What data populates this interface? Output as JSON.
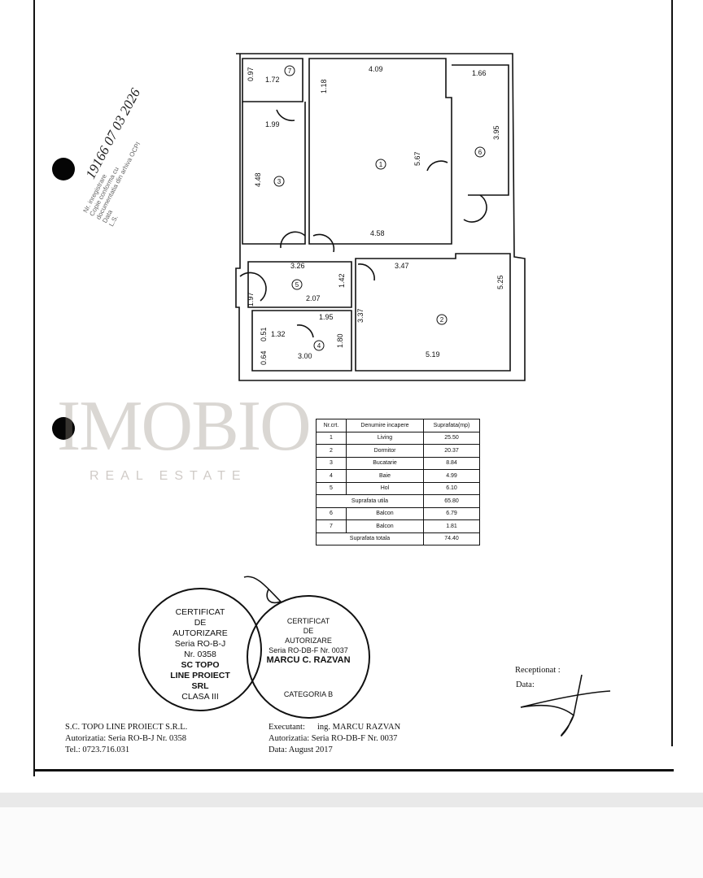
{
  "registration_stamp": {
    "number_date": "19166 07 03 2026",
    "lines": [
      "Nr. inregistrare",
      "Copie conforma cu",
      "documentatia din arhiva OCPI",
      "Data",
      "L.S."
    ]
  },
  "watermark": {
    "brand": "IMOBIO",
    "tagline": "REAL ESTATE"
  },
  "floor_plan": {
    "room_numbers": [
      "1",
      "2",
      "3",
      "4",
      "5",
      "6",
      "7"
    ],
    "dimensions": [
      "4.09",
      "1.66",
      "0.97",
      "1.72",
      "1.18",
      "1.99",
      "5.67",
      "3.95",
      "4.48",
      "4.58",
      "3.26",
      "3.47",
      "1.42",
      "5.25",
      "1.97",
      "2.07",
      "3.37",
      "1.95",
      "0.51",
      "1.32",
      "1.80",
      "0.64",
      "3.00",
      "5.19"
    ]
  },
  "area_table": {
    "headers": [
      "Nr.crt.",
      "Denumire incapere",
      "Suprafata(mp)"
    ],
    "rooms": [
      {
        "nr": "1",
        "name": "Living",
        "area": "25.50"
      },
      {
        "nr": "2",
        "name": "Dormitor",
        "area": "20.37"
      },
      {
        "nr": "3",
        "name": "Bucatarie",
        "area": "8.84"
      },
      {
        "nr": "4",
        "name": "Baie",
        "area": "4.99"
      },
      {
        "nr": "5",
        "name": "Hol",
        "area": "6.10"
      }
    ],
    "useful_label": "Suprafata utila",
    "useful_area": "65.80",
    "balconies": [
      {
        "nr": "6",
        "name": "Balcon",
        "area": "6.79"
      },
      {
        "nr": "7",
        "name": "Balcon",
        "area": "1.81"
      }
    ],
    "total_label": "Suprafata totala",
    "total_area": "74.40"
  },
  "footer": {
    "company": "S.C. TOPO LINE PROIECT S.R.L.",
    "company_auth": "Autorizatia: Seria RO-B-J Nr. 0358",
    "executant_label": "Executant:",
    "executant": "ing. MARCU RAZVAN",
    "executant_auth": "Autorizatia: Seria RO-DB-F Nr. 0037",
    "phone": "Tel.: 0723.716.031",
    "date": "Data: August 2017",
    "received_label": "Receptionat :",
    "received_date_label": "Data:"
  },
  "seal_left": {
    "lines": [
      "CERTIFICAT",
      "DE",
      "AUTORIZARE",
      "Seria RO-B-J",
      "Nr. 0358",
      "SC TOPO",
      "LINE PROIECT",
      "SRL",
      "CLASA III"
    ]
  },
  "seal_right": {
    "lines": [
      "CERTIFICAT",
      "DE",
      "AUTORIZARE",
      "Seria RO-DB-F Nr. 0037",
      "MARCU C. RAZVAN",
      "CATEGORIA B"
    ]
  }
}
